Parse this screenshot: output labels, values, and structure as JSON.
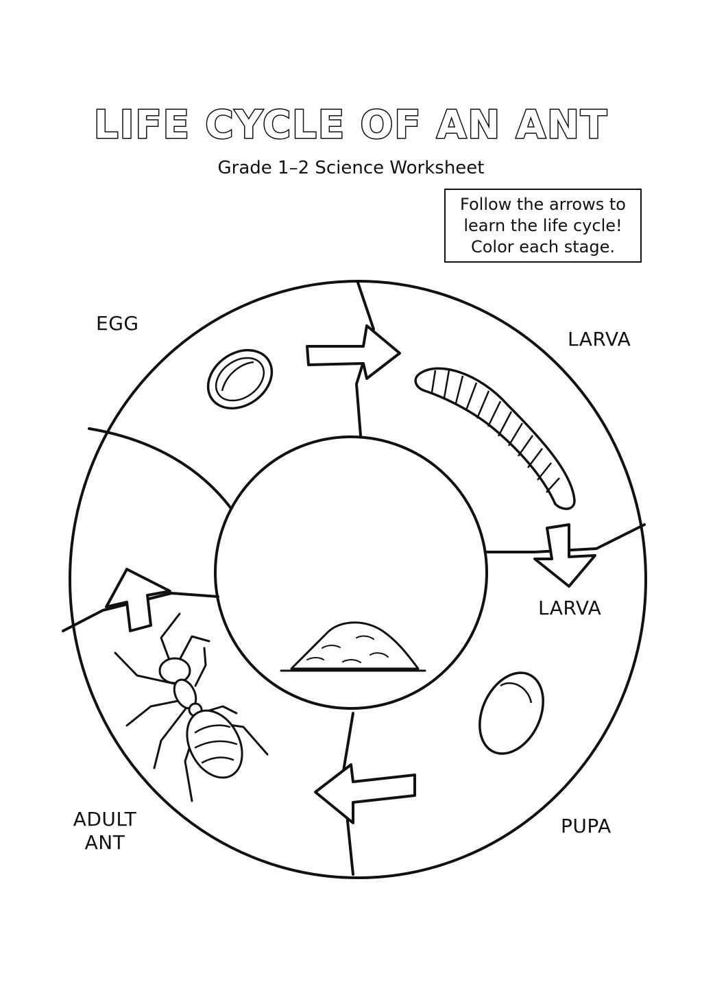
{
  "header": {
    "title": "LIFE CYCLE OF AN ANT",
    "subtitle": "Grade 1–2 Science Worksheet"
  },
  "instructions": {
    "lines": [
      "Follow the arrows to",
      "learn the life cycle!",
      "Color each stage."
    ]
  },
  "stages": {
    "egg": "EGG",
    "larva_top": "LARVA",
    "larva_right": "LARVA",
    "pupa": "PUPA",
    "adult_line1": "ADULT",
    "adult_line2": "ANT"
  },
  "icons": {
    "egg": "egg-icon",
    "larva": "larva-icon",
    "pupa": "pupa-icon",
    "adult": "ant-icon",
    "center": "anthill-icon"
  },
  "colors": {
    "ink": "#111111",
    "paper": "#ffffff"
  }
}
